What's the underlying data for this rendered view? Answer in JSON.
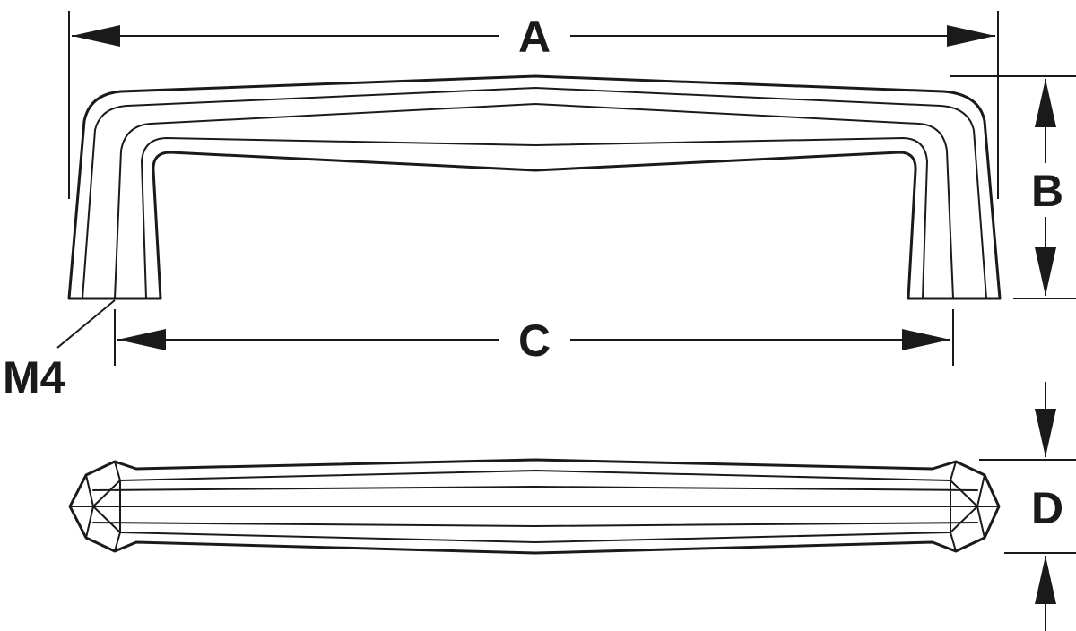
{
  "dimensions": {
    "a": "A",
    "b": "B",
    "c": "C",
    "d": "D"
  },
  "thread_label": "M4",
  "colors": {
    "line": "#1a1a1a",
    "background": "#ffffff"
  }
}
